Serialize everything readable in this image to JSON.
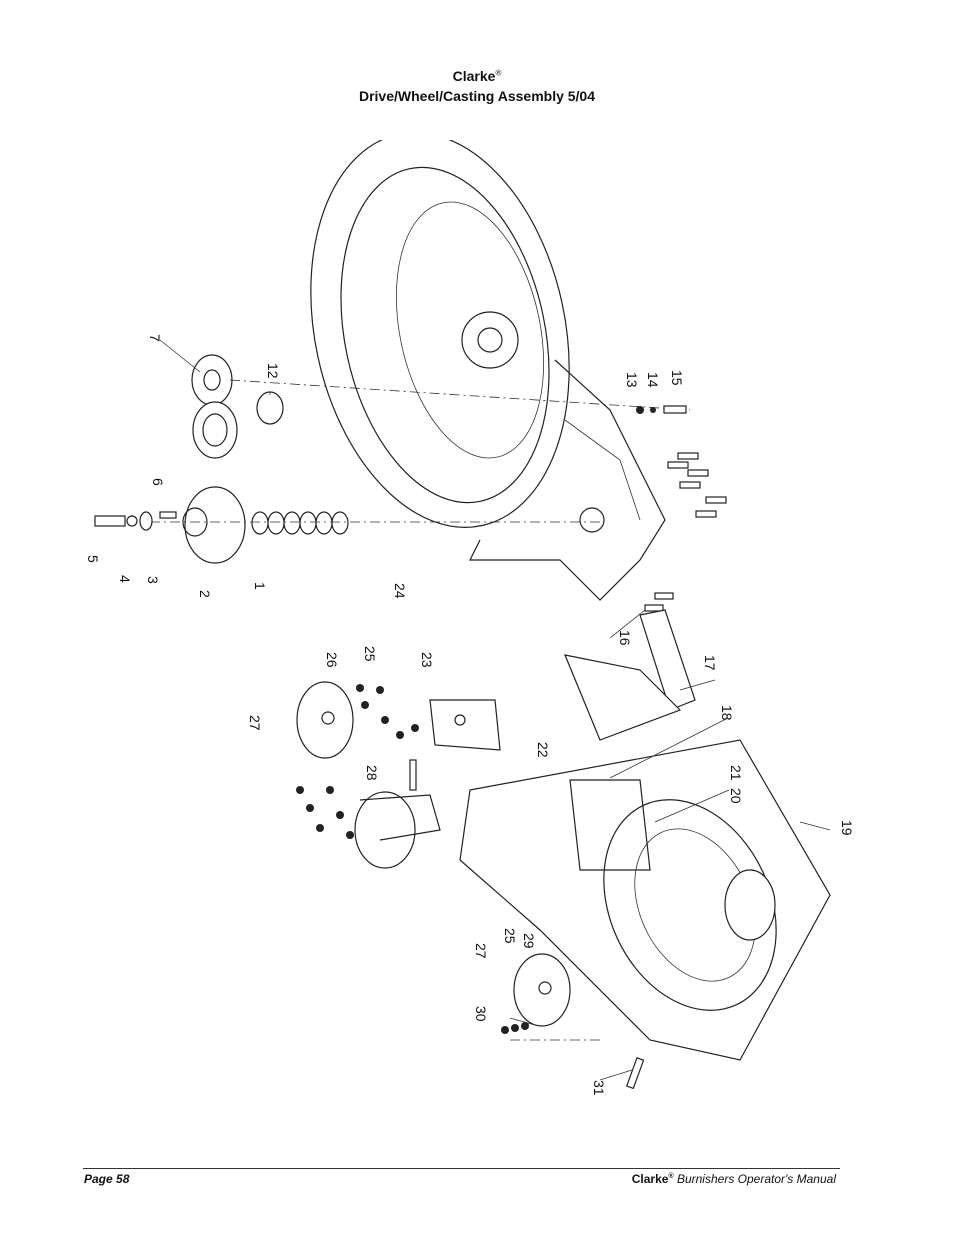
{
  "header": {
    "brand": "Clarke",
    "brand_mark": "®",
    "title": "Drive/Wheel/Casting Assembly 5/04"
  },
  "diagram": {
    "callouts": [
      "1",
      "2",
      "3",
      "4",
      "5",
      "6",
      "7",
      "12",
      "13",
      "14",
      "15",
      "16",
      "17",
      "18",
      "19",
      "20",
      "21",
      "22",
      "23",
      "24",
      "25",
      "26",
      "27",
      "28",
      "25",
      "27",
      "29",
      "30",
      "31"
    ]
  },
  "footer": {
    "page": "Page  58",
    "brand": "Clarke",
    "brand_mark": "®",
    "manual": " Burnishers Operator's  Manual"
  }
}
